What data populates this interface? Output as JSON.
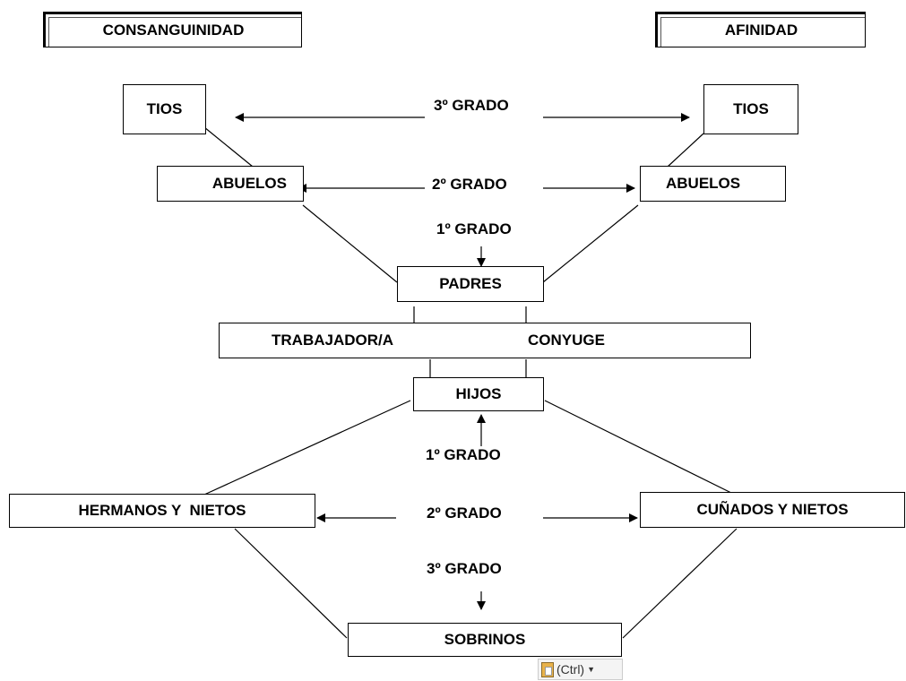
{
  "headers": {
    "left": "CONSANGUINIDAD",
    "right": "AFINIDAD"
  },
  "nodes": {
    "tios_left": "TIOS",
    "tios_right": "TIOS",
    "abuelos_left": "ABUELOS",
    "abuelos_right": "ABUELOS",
    "padres": "PADRES",
    "trabajador": "TRABAJADOR/A",
    "conyuge": "CONYUGE",
    "hijos": "HIJOS",
    "hermanos_nietos": "HERMANOS Y  NIETOS",
    "cunados_nietos": "CUÑADOS Y NIETOS",
    "sobrinos": "SOBRINOS"
  },
  "grades": {
    "third_top": "3º GRADO",
    "second_top": "2º GRADO",
    "first_top": "1º GRADO",
    "first_bottom": "1º GRADO",
    "second_bottom": "2º GRADO",
    "third_bottom": "3º GRADO"
  },
  "paste_options": {
    "label": "(Ctrl)",
    "icon": "clipboard-icon"
  }
}
